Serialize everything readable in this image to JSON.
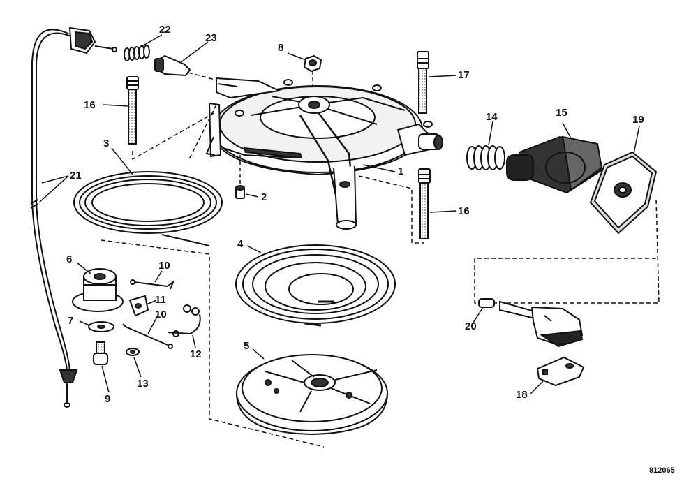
{
  "labels": {
    "p1": "1",
    "p2": "2",
    "p3": "3",
    "p4": "4",
    "p5": "5",
    "p6": "6",
    "p7": "7",
    "p8": "8",
    "p9": "9",
    "p10a": "10",
    "p10b": "10",
    "p11": "11",
    "p12": "12",
    "p13": "13",
    "p14": "14",
    "p15": "15",
    "p16a": "16",
    "p16b": "16",
    "p17": "17",
    "p18": "18",
    "p19": "19",
    "p20": "20",
    "p21": "21",
    "p22": "22",
    "p23": "23"
  },
  "drawing_number": "812065",
  "colors": {
    "ink": "#111111",
    "paper": "#ffffff",
    "shade": "#555555",
    "dark": "#222222"
  }
}
